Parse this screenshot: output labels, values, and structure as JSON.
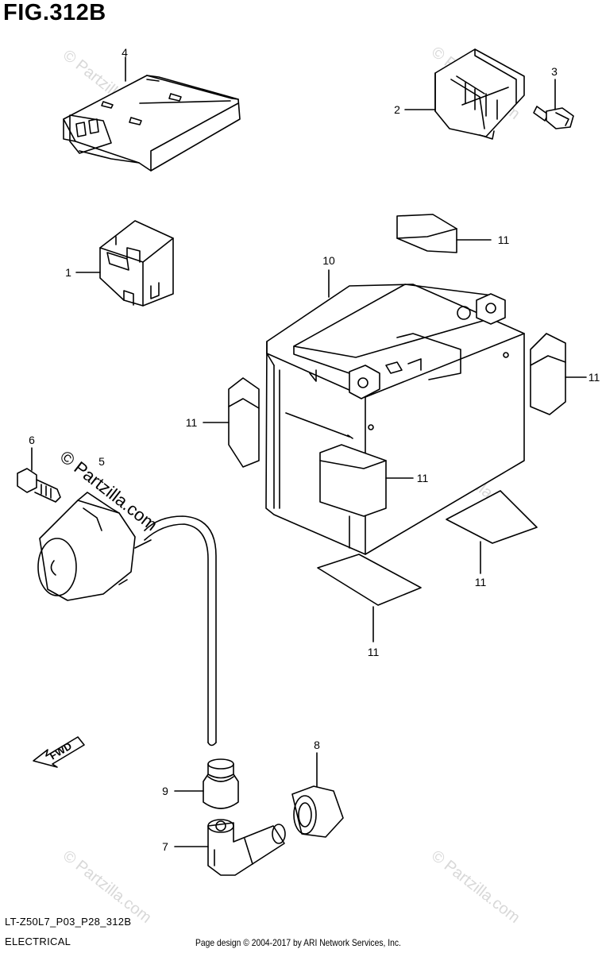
{
  "figure": {
    "title": "FIG.312B"
  },
  "callouts": [
    {
      "id": "1",
      "label": "1"
    },
    {
      "id": "2",
      "label": "2"
    },
    {
      "id": "3",
      "label": "3"
    },
    {
      "id": "4",
      "label": "4"
    },
    {
      "id": "5",
      "label": "5"
    },
    {
      "id": "6",
      "label": "6"
    },
    {
      "id": "7",
      "label": "7"
    },
    {
      "id": "8",
      "label": "8"
    },
    {
      "id": "9",
      "label": "9"
    },
    {
      "id": "10",
      "label": "10"
    },
    {
      "id": "11a",
      "label": "11"
    },
    {
      "id": "11b",
      "label": "11"
    },
    {
      "id": "11c",
      "label": "11"
    },
    {
      "id": "11d",
      "label": "11"
    },
    {
      "id": "11e",
      "label": "11"
    },
    {
      "id": "11f",
      "label": "11"
    }
  ],
  "fwd_arrow": {
    "label": "FWD"
  },
  "watermark": {
    "text": "© Partzilla.com"
  },
  "footer": {
    "model_code": "LT-Z50L7_P03_P28_312B",
    "section": "ELECTRICAL",
    "credit": "Page design © 2004-2017 by ARI Network Services, Inc."
  }
}
